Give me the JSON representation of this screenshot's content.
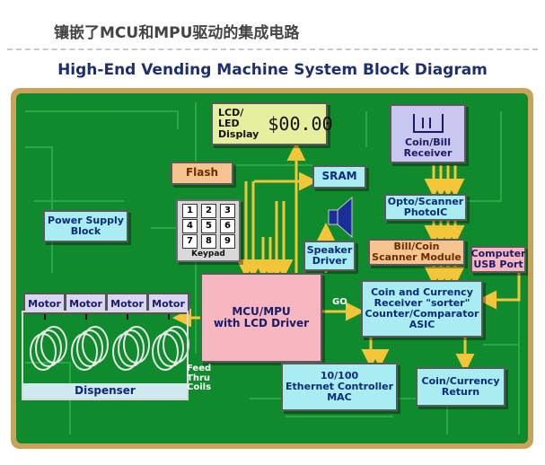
{
  "heading": "镶嵌了MCU和MPU驱动的集成电路",
  "diagram_title": "High-End Vending Machine System Block Diagram",
  "blocks": {
    "lcd_label": "LCD/\nLED\nDisplay",
    "lcd_value": "$00.00",
    "flash": "Flash",
    "sram": "SRAM",
    "keypad": "Keypad",
    "power": "Power Supply\nBlock",
    "speaker": "Speaker\nDriver",
    "coin_bill_receiver": "Coin/Bill\nReceiver",
    "opto": "Opto/Scanner\nPhotoIC",
    "bill_coin_scanner": "Bill/Coin\nScanner Module",
    "computer_usb": "Computer\nUSB Port",
    "receiver_asic": "Coin and Currency\nReceiver \"sorter\"\nCounter/Comparator\nASIC",
    "mcu": "MCU/MPU\nwith LCD Driver",
    "go": "GO",
    "ethernet": "10/100\nEthernet Controller\nMAC",
    "return": "Coin/Currency\nReturn",
    "dispenser": "Dispenser",
    "feed": "Feed\nThru\nCoils"
  },
  "keys": [
    "1",
    "2",
    "3",
    "4",
    "5",
    "6",
    "7",
    "8",
    "9"
  ],
  "motors": [
    "Motor",
    "Motor",
    "Motor",
    "Motor"
  ],
  "colors": {
    "board": "#0f8a2c",
    "frame": "#c9a35a",
    "arrow": "#f3c63a",
    "title": "#1e2f6f"
  }
}
